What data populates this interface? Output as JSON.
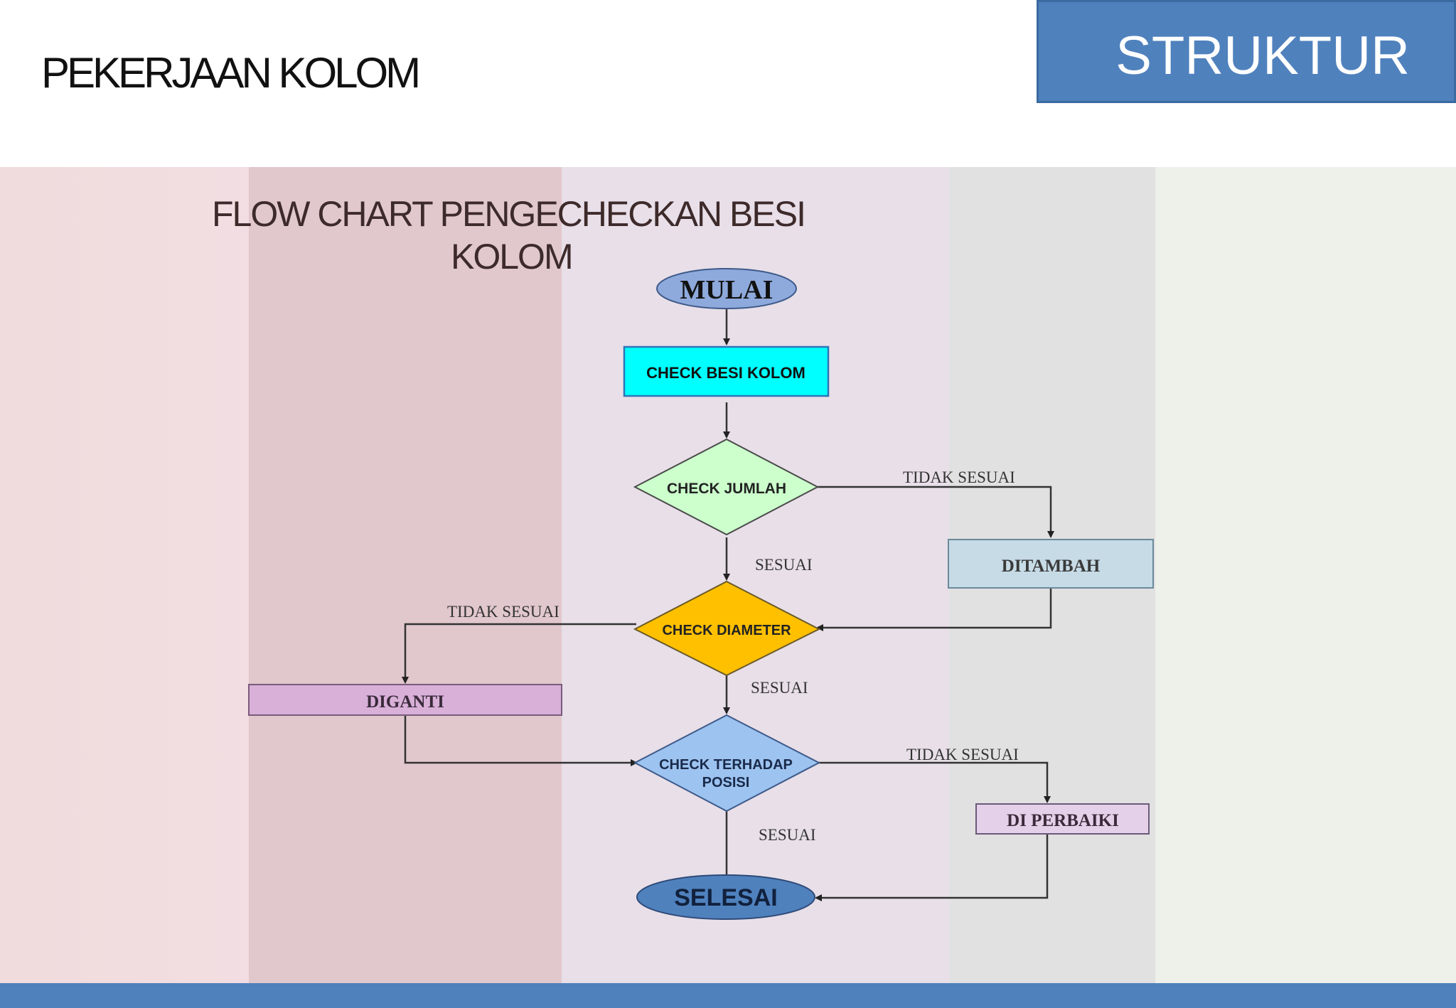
{
  "header": {
    "title": "PEKERJAAN KOLOM",
    "section_label": "STRUKTUR"
  },
  "diagram": {
    "title_line1": "FLOW CHART  PENGECHECKAN  BESI",
    "title_line2": "KOLOM",
    "nodes": {
      "start": "MULAI",
      "check_besi": "CHECK BESI KOLOM",
      "check_jumlah": "CHECK JUMLAH",
      "ditambah": "DITAMBAH",
      "check_diameter": "CHECK DIAMETER",
      "diganti": "DIGANTI",
      "check_posisi_1": "CHECK TERHADAP",
      "check_posisi_2": "POSISI",
      "di_perbaiki": "DI PERBAIKI",
      "end": "SELESAI"
    },
    "edge_labels": {
      "jumlah_no": "TIDAK SESUAI",
      "jumlah_yes": "SESUAI",
      "diameter_no": "TIDAK SESUAI",
      "diameter_yes": "SESUAI",
      "posisi_no": "TIDAK SESUAI",
      "posisi_yes": "SESUAI"
    },
    "colors": {
      "start_fill": "#8ea9db",
      "check_besi_fill": "#00ffff",
      "check_jumlah_fill": "#ccffcc",
      "ditambah_fill": "#c6dbe6",
      "check_diameter_fill": "#ffc000",
      "diganti_fill": "#d8b0d8",
      "check_posisi_fill": "#9dc3f0",
      "di_perbaiki_fill": "#e4d0e8",
      "end_fill": "#4f81bd"
    }
  },
  "theme": {
    "accent": "#4f81bd"
  }
}
